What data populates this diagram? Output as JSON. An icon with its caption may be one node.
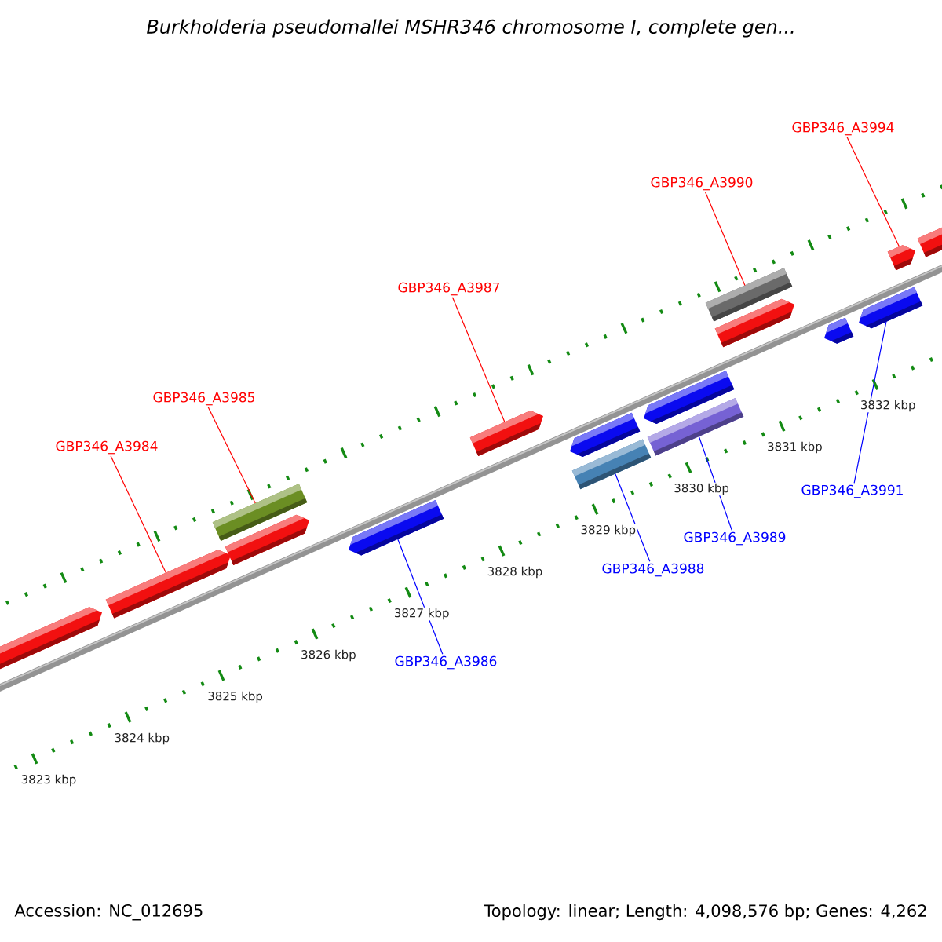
{
  "diagram": {
    "title": "Burkholderia pseudomallei MSHR346 chromosome I, complete gen...",
    "nodes": [
      {
        "text": [
          "GBP346_A3994"
        ]
      },
      {
        "text": [
          "GBP346_A3990"
        ]
      },
      {
        "text": [
          "GBP346_A3987"
        ]
      },
      {
        "text": [
          "GBP346_A3985"
        ]
      },
      {
        "text": [
          "GBP346_A3984"
        ]
      },
      {
        "text": [
          "GBP346_A3991"
        ]
      },
      {
        "text": [
          "GBP346_A3989"
        ]
      },
      {
        "text": [
          "GBP346_A3988"
        ]
      },
      {
        "text": [
          "GBP346_A3986"
        ]
      },
      {
        "text": [],
        "shape": "pentagon"
      },
      {
        "text": [],
        "shape": "pentagon"
      },
      {
        "text": [],
        "shape": "bar"
      },
      {
        "text": [],
        "shape": "pentagon"
      },
      {
        "text": [],
        "shape": "pentagon"
      },
      {
        "text": [],
        "shape": "pentagon"
      },
      {
        "text": [],
        "shape": "pentagon"
      },
      {
        "text": [],
        "shape": "bar"
      },
      {
        "text": [],
        "shape": "pentagon"
      },
      {
        "text": [],
        "shape": "bar"
      },
      {
        "text": [],
        "shape": "bar"
      },
      {
        "text": [],
        "shape": "pentagon"
      },
      {
        "text": [],
        "shape": "pentagon"
      },
      {
        "text": [],
        "shape": "pentagon"
      },
      {
        "text": [],
        "shape": "pentagon"
      },
      {
        "text": [],
        "shape": "pentagon"
      }
    ],
    "edges": [
      {
        "from": 0,
        "to": 23,
        "arrow": "none"
      },
      {
        "from": 1,
        "to": 19,
        "arrow": "none"
      },
      {
        "from": 2,
        "to": 14,
        "arrow": "none"
      },
      {
        "from": 3,
        "to": 11,
        "arrow": "none"
      },
      {
        "from": 4,
        "to": 10,
        "arrow": "none"
      },
      {
        "from": 5,
        "to": 22,
        "arrow": "none",
        "color": "#0000ff"
      },
      {
        "from": 6,
        "to": 18,
        "arrow": "none",
        "color": "#0000ff"
      },
      {
        "from": 7,
        "to": 16,
        "arrow": "none",
        "color": "#0000ff"
      },
      {
        "from": 8,
        "to": 13,
        "arrow": "none",
        "color": "#0000ff"
      }
    ],
    "labels": [
      "3823 kbp",
      "3824 kbp",
      "3825 kbp",
      "3826 kbp",
      "3827 kbp",
      "3828 kbp",
      "3829 kbp",
      "3830 kbp",
      "3831 kbp",
      "3832 kbp",
      "Accession: NC_012695",
      "Topology: linear; Length: 4,098,576 bp; Genes: 4,262"
    ]
  }
}
